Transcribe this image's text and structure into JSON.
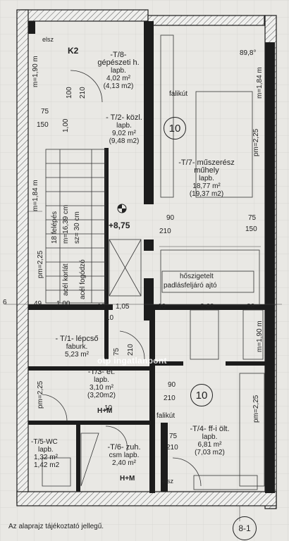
{
  "rooms": {
    "k2": {
      "name": "K2"
    },
    "t8": {
      "name": "-T/8-",
      "sub": "gépészeti h.",
      "kind": "lapb.",
      "area": "4,02 m²",
      "area2": "(4,13 m2)"
    },
    "t2": {
      "name": "- T/2- közl.",
      "kind": "lapb.",
      "area": "9,02 m²",
      "area2": "(9,48 m2)"
    },
    "t7": {
      "name": "-T/7- műszerész",
      "sub": "műhely",
      "kind": "lapb.",
      "area": "18,77 m²",
      "area2": "(19,37 m2)"
    },
    "t1": {
      "name": "- T/1- lépcső",
      "kind": "faburk.",
      "area": "5,23 m²"
    },
    "t3": {
      "name": "-T/3- et.",
      "kind": "lapb.",
      "area": "3,10 m²",
      "area2": "(3,20m2)"
    },
    "t4": {
      "name": "-T/4- ff-i ölt.",
      "kind": "lapb.",
      "area": "6,81 m²",
      "area2": "(7,03 m2)"
    },
    "t5": {
      "name": "-T/5-WC",
      "kind": "lapb.",
      "area": "1,32 m²",
      "area2": "1,42 m2"
    },
    "t6": {
      "name": "-T/6- zuh.",
      "kind": "csm lapb.",
      "area": "2,40 m²"
    }
  },
  "labels": {
    "elsz_top": "elsz",
    "elsz_bottom": "elsz",
    "faliakut_top": "falikút",
    "faliakut_bottom": "falikút",
    "level": "+8,75",
    "skylight": "hőszigetelt",
    "skylight2": "padlásfeljáró ajtó",
    "stairs1": "18 felépés",
    "stairs2": "m=16,39 cm",
    "stairs3": "sz= 30 cm",
    "rail1": "acél korlát",
    "rail2": "acél fogódzó",
    "hm1": "H+M",
    "hm2": "H+M",
    "footer": "Az alaprajz tájékoztató jellegű.",
    "watermark": "otp ingatlanpont"
  },
  "circles": {
    "c1": "10",
    "c2": "10",
    "c3": "8-1"
  },
  "dims": {
    "d_89_8": "89,8°",
    "d_100": "100",
    "d_210a": "210",
    "d_75a": "75",
    "d_150a": "150",
    "d_100b": "1,00",
    "d_m190": "m=1,90 m",
    "d_m184a": "m=1,84 m",
    "d_m184b": "m=1,84 m",
    "d_pm225a": "pm=2,25",
    "d_pm225b": "pm=2,25",
    "d_pm225c": "pm=2,25",
    "d_pm225d": "pm=2,25",
    "d_90a": "90",
    "d_210b": "210",
    "d_75b": "75",
    "d_150b": "150",
    "d_6": "6",
    "d_49": "49",
    "d_100c": "1,00",
    "d_105": "1,05",
    "d_10a": "10",
    "d_10b": "10",
    "d_260": "2,60",
    "d_26": "26",
    "d_10c": "10",
    "d_210c": "210",
    "d_75c": "75",
    "d_90c": "90",
    "d_210d": "210",
    "d_m190b": "m=1,90 m",
    "d_75d": "75",
    "d_210e": "210",
    "d_10d": "10"
  }
}
